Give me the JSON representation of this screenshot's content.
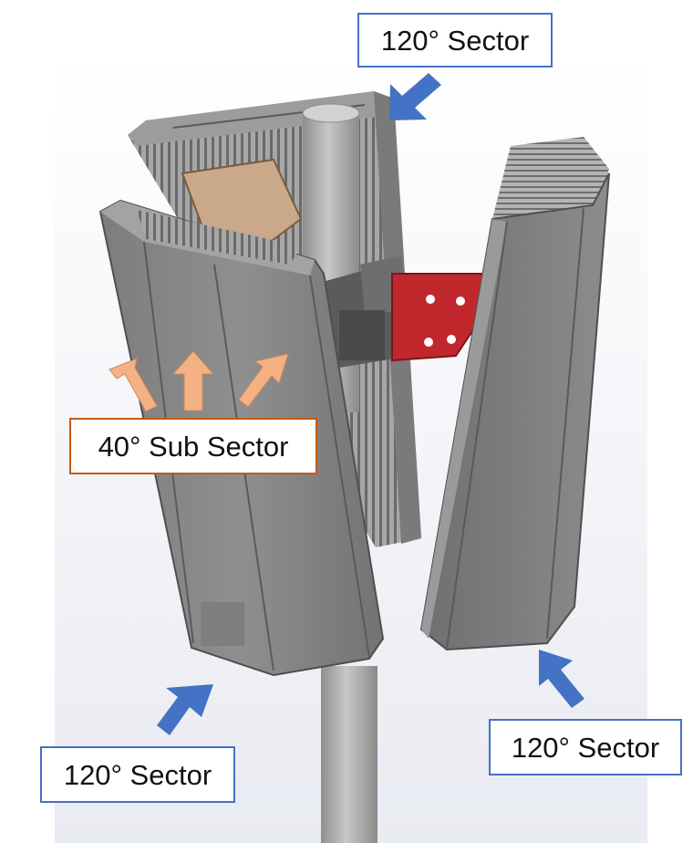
{
  "labels": {
    "sector_top": "120° Sector",
    "sector_bottom_left": "120° Sector",
    "sector_bottom_right": "120° Sector",
    "sub_sector": "40° Sub Sector"
  },
  "colors": {
    "sector_arrow": "#4472c4",
    "sector_box_border": "#4472c4",
    "sub_sector_arrow": "#f4b183",
    "sub_sector_box_border": "#c55a11",
    "antenna_body": "#8a8a8a",
    "bracket": "#c0282d",
    "mount_plate": "#c9a98a",
    "pole": "#a9a9a9"
  }
}
